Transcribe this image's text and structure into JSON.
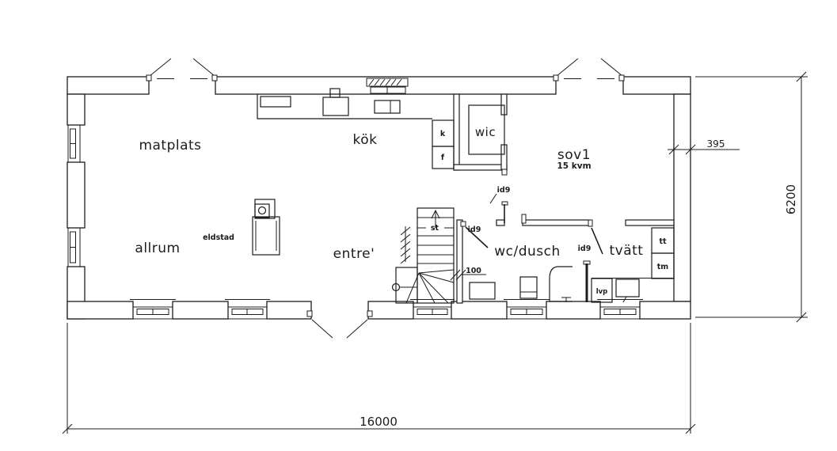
{
  "rooms": {
    "matplats": "matplats",
    "kok": "kök",
    "allrum": "allrum",
    "entre": "entre'",
    "wc_dusch": "wc/dusch",
    "tvatt": "tvätt",
    "sov1": {
      "label": "sov1",
      "area": "15 kvm"
    },
    "wic": "wic"
  },
  "features": {
    "eldstad": "eldstad",
    "stairs": "st"
  },
  "appliances": {
    "kyl": "k",
    "frys": "f",
    "torktumlare": "tt",
    "tvattmaskin": "tm",
    "varmepump": "lvp"
  },
  "doors": {
    "id9": "id9"
  },
  "dimensions": {
    "building_length": "16000",
    "building_width": "6200",
    "wall_offset": "395",
    "stair_dim": "100"
  },
  "colors": {
    "line": "#1c1c1c",
    "background": "#ffffff"
  }
}
